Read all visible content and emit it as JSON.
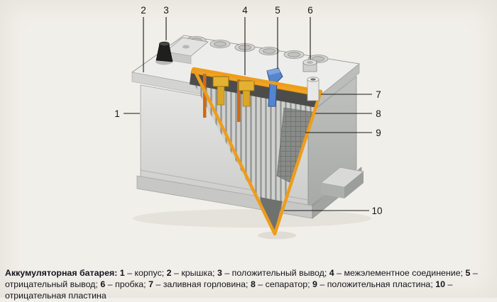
{
  "page": {
    "background": "#f1efe9"
  },
  "colors": {
    "cut_edge_orange": "#ee9d1c",
    "terminal_blue": "#5586cd",
    "case_gray": "#d6d7d4",
    "plate_dark": "#898b88"
  },
  "callouts": [
    {
      "num": "1",
      "label": "корпус"
    },
    {
      "num": "2",
      "label": "крышка"
    },
    {
      "num": "3",
      "label": "положительный вывод"
    },
    {
      "num": "4",
      "label": "межэлементное соединение"
    },
    {
      "num": "5",
      "label": "отрицательный вывод"
    },
    {
      "num": "6",
      "label": "пробка"
    },
    {
      "num": "7",
      "label": "заливная горловина"
    },
    {
      "num": "8",
      "label": "сепаратор"
    },
    {
      "num": "9",
      "label": "положительная пластина"
    },
    {
      "num": "10",
      "label": "отрицательная пластина"
    }
  ],
  "caption": {
    "title": "Аккумуляторная батарея:",
    "separator": " – ",
    "item_delimiter": "; "
  }
}
